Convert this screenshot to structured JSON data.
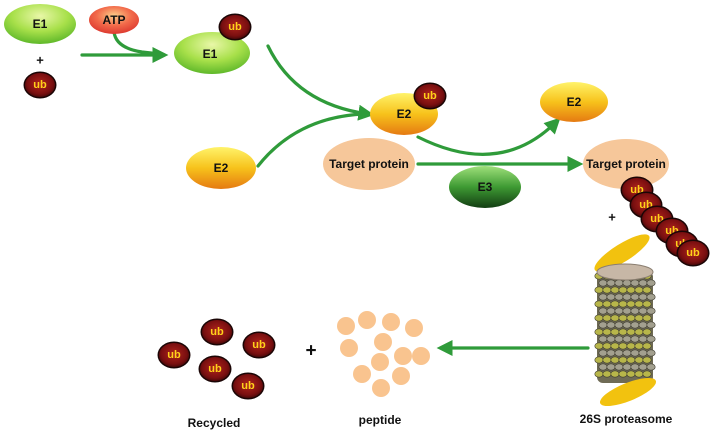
{
  "labels": {
    "e1": "E1",
    "atp": "ATP",
    "e2": "E2",
    "e3": "E3",
    "ub": "ub",
    "target_protein": "Target protein",
    "plus": "+",
    "recycled": "Recycled",
    "peptide": "peptide",
    "proteasome": "26S proteasome"
  },
  "colors": {
    "arrow": "#2f9b3a",
    "e1_fill": "#9bd943",
    "e2_fill": "#f0b21a",
    "e3_fill": "#3a8a2e",
    "atp_fill": "#ea5a45",
    "ub_fill": "#8a1414",
    "ub_text": "#ffd21a",
    "target_fill": "#f6c79a",
    "peptide_fill": "#f9c48f",
    "proteasome_cap": "#f2c20f"
  }
}
